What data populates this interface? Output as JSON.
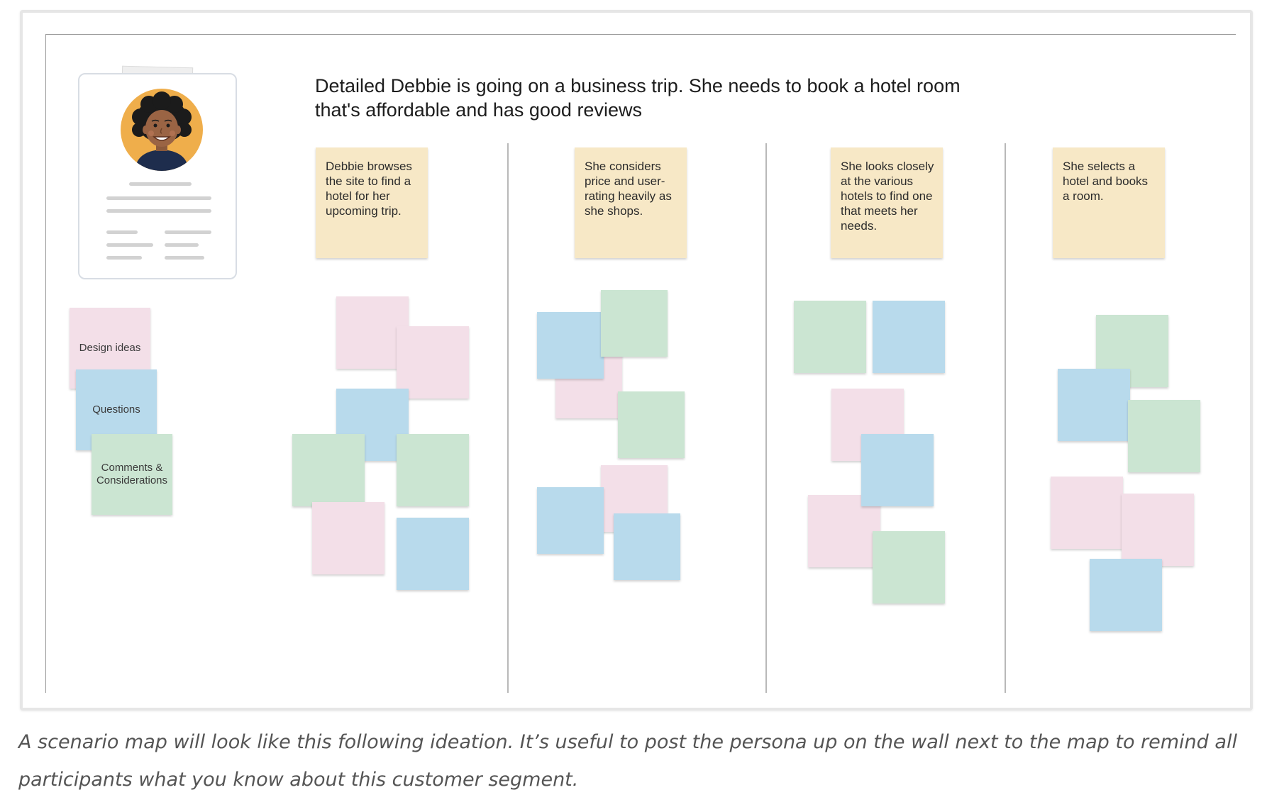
{
  "scenario": {
    "title_line1": "Detailed Debbie is going on a business trip. She needs to book a hotel room",
    "title_line2": "that's affordable and has good reviews"
  },
  "steps": [
    "Debbie browses the site to find a hotel for her upcoming trip.",
    "She considers price and user-rating heavily as she shops.",
    "She looks closely at the various hotels to find one that meets her needs.",
    "She selects a hotel and books a room."
  ],
  "legend": {
    "design_ideas": "Design ideas",
    "questions": "Questions",
    "comments": "Comments & Considerations"
  },
  "colors": {
    "step_note": "#f7e8c6",
    "design_ideas": "#f3dfe8",
    "questions": "#b8daec",
    "comments": "#cbe5d2",
    "avatar_bg": "#efae4b"
  },
  "caption": {
    "line1": "A scenario map will look like this following ideation. It’s useful to post the persona up on the wall next to the map to remind all",
    "line2": "participants what you know about this customer segment."
  }
}
